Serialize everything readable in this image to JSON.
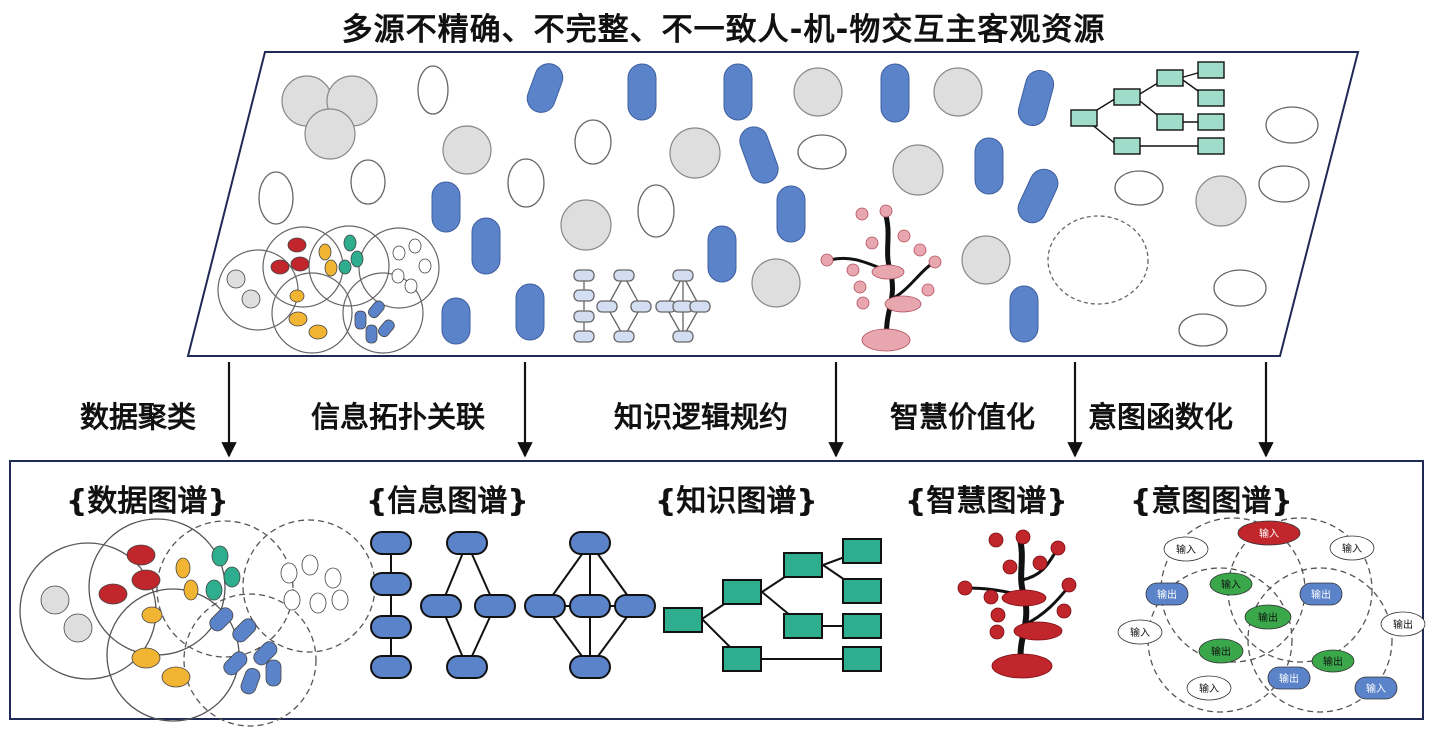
{
  "title": "多源不精确、不完整、不一致人-机-物交互主客观资源",
  "processes": [
    "数据聚类",
    "信息拓扑关联",
    "知识逻辑规约",
    "智慧价值化",
    "意图函数化"
  ],
  "graphs": [
    "{数据图谱}",
    "{信息图谱}",
    "{知识图谱}",
    "{智慧图谱}",
    "{意图图谱}"
  ],
  "intent_nodes": {
    "input": "输入",
    "output": "输出"
  },
  "colors": {
    "capsule": "#5b83c9",
    "circle": "#dedede",
    "teal": "#2fae8f",
    "teal_light": "#9fdcc9",
    "red": "#c0262c",
    "pink": "#e8a7ae",
    "yellow": "#f1b533",
    "green": "#3aa84a",
    "light_blue": "#d3def2"
  }
}
